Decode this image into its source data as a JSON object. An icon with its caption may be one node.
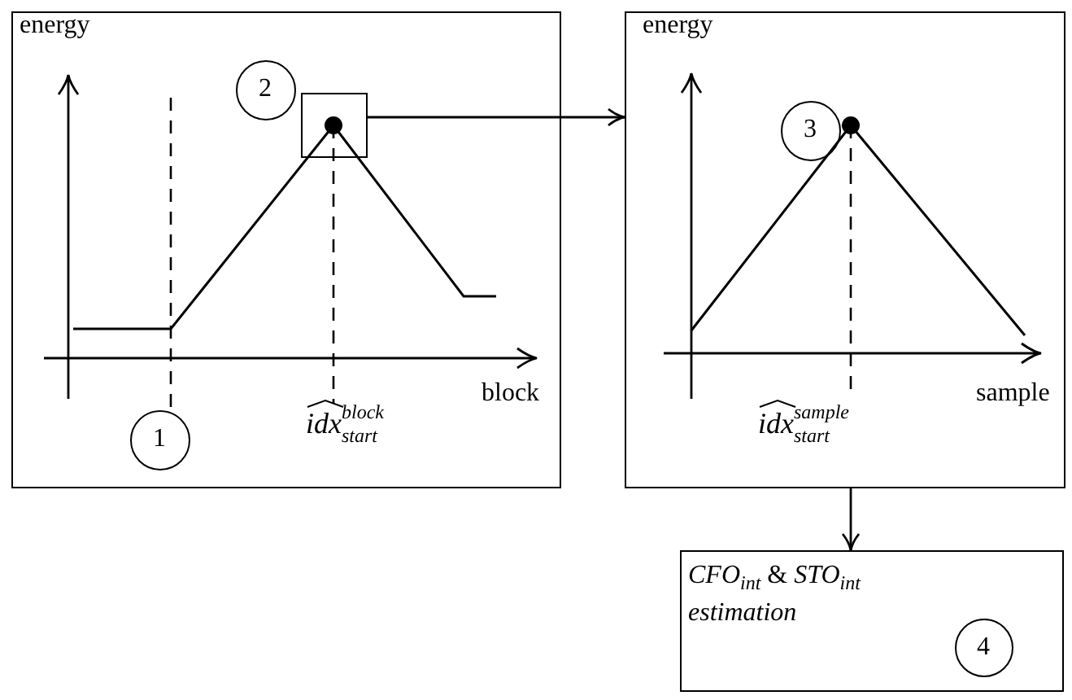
{
  "diagram": {
    "nodes": [
      {
        "text": [],
        "shape": "box"
      },
      {
        "text": [
          "2"
        ],
        "in": 0
      },
      {
        "text": [],
        "shape": "box",
        "in": 0
      },
      {
        "text": [
          "1"
        ],
        "in": 0
      },
      {
        "text": [],
        "shape": "box"
      },
      {
        "text": [
          "3"
        ],
        "in": 4
      },
      {
        "text": [
          "*CFO*$_{int}$ & *STO*$_{int}$ *estimation*"
        ]
      },
      {
        "text": [
          "4"
        ],
        "in": 6
      }
    ],
    "edges": [
      {
        "from": 2,
        "to": 4,
        "arrow": "to"
      },
      {
        "from": 4,
        "to": 6,
        "arrow": "to"
      }
    ],
    "labels": [
      "energy",
      "block",
      "idx$^{block}$$_{start}$",
      "energy",
      "sample",
      "idx$^{sample}$$_{start}$"
    ]
  }
}
